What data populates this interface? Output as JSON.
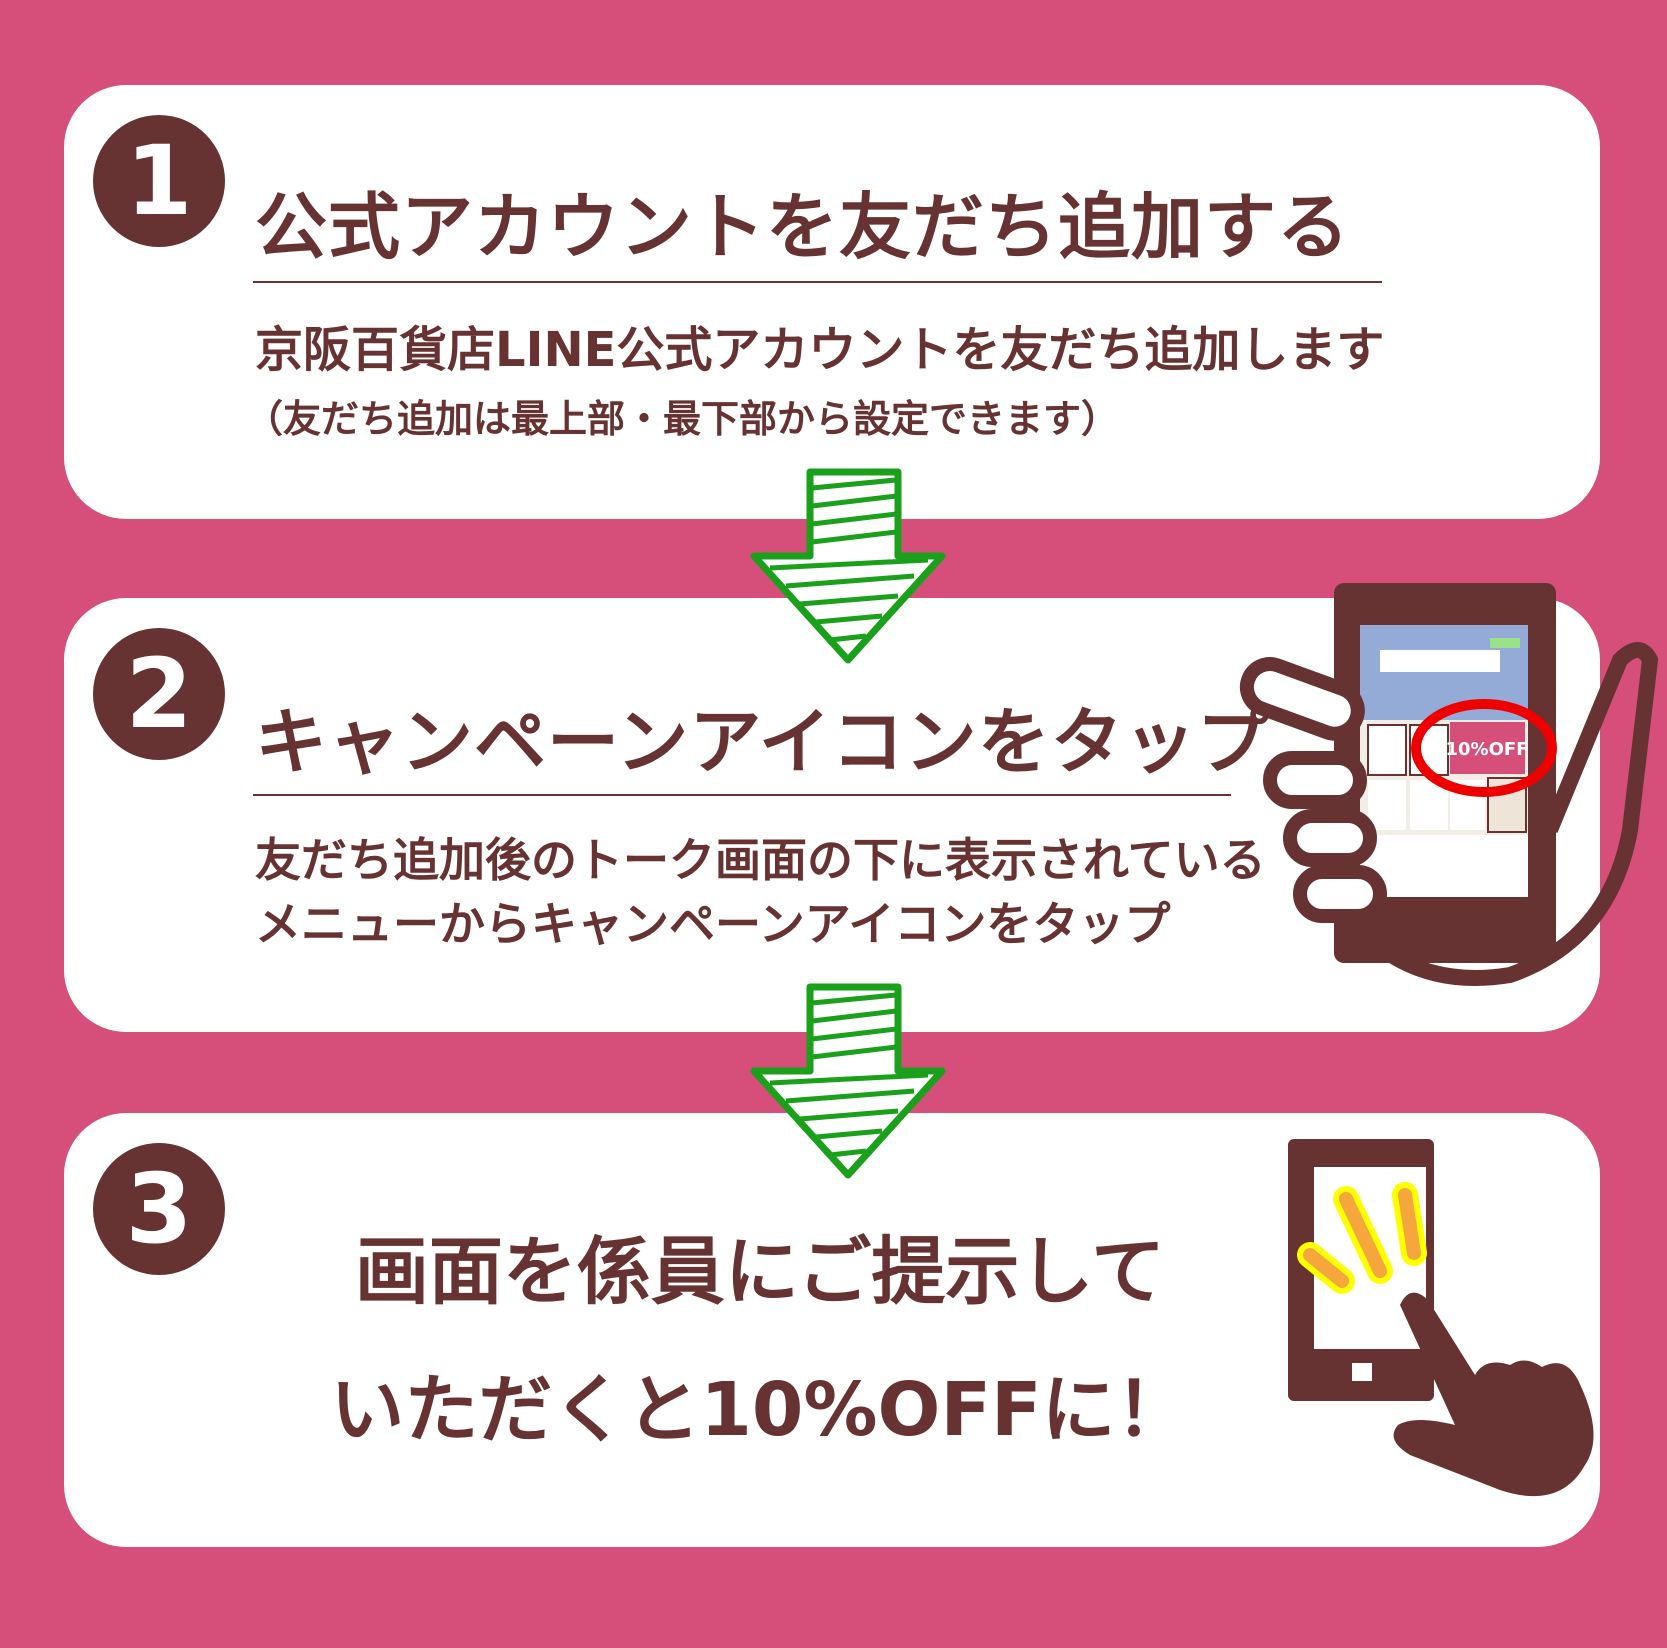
{
  "steps": [
    {
      "number": "1",
      "title": "公式アカウントを友だち追加する",
      "line1": "京阪百貨店LINE公式アカウントを友だち追加します",
      "line2": "（友だち追加は最上部・最下部から設定できます）"
    },
    {
      "number": "2",
      "title": "キャンペーンアイコンをタップ",
      "line1": "友だち追加後のトーク画面の下に表示されている",
      "line2": "メニューからキャンペーンアイコンをタップ"
    },
    {
      "number": "3",
      "line1": "画面を係員にご提示して",
      "line2": "いただくと10%OFFに！"
    }
  ],
  "phone_screen": {
    "coupon_text": "10%OFF"
  },
  "colors": {
    "background": "#d64f7a",
    "brown": "#663232",
    "arrow_green": "#1aa01a",
    "highlight_red": "#ee0000"
  }
}
